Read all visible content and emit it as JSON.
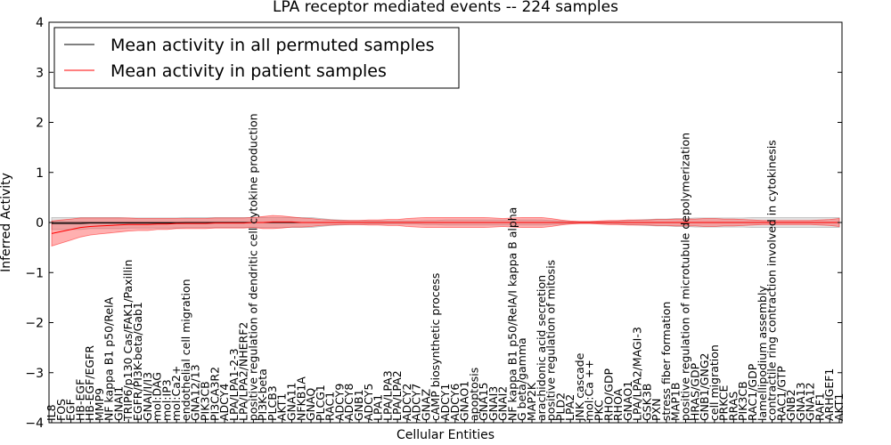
{
  "chart_data": {
    "type": "line",
    "title": "LPA receptor mediated events -- 224 samples",
    "xlabel": "Cellular Entities",
    "ylabel": "Inferred Activity",
    "ylim": [
      -4,
      4
    ],
    "yticks": [
      -4,
      -3,
      -2,
      -1,
      0,
      1,
      2,
      3,
      4
    ],
    "grid": false,
    "legend_position": "top-left",
    "categories": [
      "IL8",
      "FOS",
      "EGF",
      "HB-EGF",
      "HB-EGF/EGFR",
      "MMP9",
      "NF kappa B1 p50/RelA",
      "GNAI1",
      "TRIP6/p130 Cas/FAK1/Paxillin",
      "EGFR/PI3K-beta/Gab1",
      "GNAI/I/I3",
      "mol:DAG",
      "mol:IP3",
      "mol:Ca2+",
      "endothelial cell migration",
      "GNA12/13",
      "PIK3CB",
      "PI3CA3R2",
      "ADCY4",
      "LPA/LPA1-2-3",
      "LPA/LPA2/NHERF2",
      "positive regulation of dendritic cell cytokine production",
      "PI3K-beta",
      "PLCB3",
      "AKT1",
      "GNA11",
      "NFKB1A",
      "GNAQ",
      "PLCG1",
      "RAC1",
      "ADCY9",
      "ADCY8",
      "GNB1",
      "ADCY5",
      "LPA1",
      "LPA/LPA3",
      "LPA/LPA2",
      "ADCY2",
      "ADCY7",
      "GNAZ",
      "cAMP biosynthetic process",
      "ADCY1",
      "ADCY6",
      "GNAO1",
      "apoptosis",
      "GNA15",
      "GNAI3",
      "GNAI2",
      "NF kappa B1 p50/RelA/I kappa B alpha",
      "G beta/gamma",
      "MAP2K",
      "arachidonic acid secretion",
      "positive regulation of mitosis",
      "PLD2",
      "LPA2",
      "JNK cascade",
      "mol:Ca ++",
      "PKC",
      "RHO/GDP",
      "RHOA",
      "GNAO1",
      "LPA/LPA2/MAGI-3",
      "GSK3B",
      "PXN",
      "stress fiber formation",
      "MAP1B",
      "positive regulation of microtubule depolymerization",
      "HRAS/GDP",
      "GNB1/GNG2",
      "cell migration",
      "PRKCE",
      "RRAS",
      "PIK3CB",
      "RAC1/GDP",
      "lamellipodium assembly",
      "contractile ring contraction involved in cytokinesis",
      "RAC1/GTP",
      "GNB2",
      "GNA13",
      "GNA12",
      "RAF1",
      "ARHGEF1",
      "AKT1"
    ],
    "series": [
      {
        "name": "Mean activity in all permuted samples",
        "color": "#000000",
        "values": [
          -0.02,
          -0.02,
          -0.02,
          -0.02,
          -0.01,
          -0.01,
          -0.01,
          -0.01,
          -0.01,
          -0.01,
          -0.01,
          -0.01,
          -0.01,
          -0.01,
          0,
          0,
          0,
          0,
          0,
          0,
          0,
          0,
          0,
          0,
          0,
          0,
          0,
          0,
          0,
          0,
          0,
          0,
          0,
          0,
          0,
          0,
          0,
          0,
          0,
          0,
          0,
          0,
          0,
          0,
          0,
          0,
          0,
          0,
          0,
          0,
          0,
          0,
          0,
          0,
          0,
          0,
          0,
          0,
          0,
          0,
          0,
          0,
          0,
          0,
          0,
          0,
          0,
          0,
          0,
          0,
          0,
          0,
          0,
          0,
          0,
          0,
          0,
          0,
          0,
          0,
          0,
          0,
          0
        ],
        "band": [
          0.12,
          0.12,
          0.12,
          0.12,
          0.11,
          0.11,
          0.11,
          0.11,
          0.1,
          0.1,
          0.1,
          0.1,
          0.1,
          0.1,
          0.1,
          0.1,
          0.1,
          0.1,
          0.1,
          0.1,
          0.1,
          0.1,
          0.1,
          0.1,
          0.1,
          0.1,
          0.1,
          0.1,
          0.08,
          0.06,
          0.05,
          0.04,
          0.04,
          0.03,
          0.03,
          0.03,
          0.03,
          0.03,
          0.03,
          0.04,
          0.04,
          0.05,
          0.05,
          0.05,
          0.05,
          0.05,
          0.05,
          0.05,
          0.05,
          0.05,
          0.05,
          0.05,
          0.04,
          0.03,
          0.02,
          0.02,
          0.02,
          0.02,
          0.02,
          0.03,
          0.04,
          0.05,
          0.06,
          0.07,
          0.07,
          0.08,
          0.08,
          0.09,
          0.09,
          0.09,
          0.09,
          0.09,
          0.09,
          0.1,
          0.1,
          0.1,
          0.1,
          0.1,
          0.1,
          0.1,
          0.1,
          0.1,
          0.1
        ]
      },
      {
        "name": "Mean activity in patient samples",
        "color": "#ff0000",
        "values": [
          -0.22,
          -0.18,
          -0.14,
          -0.1,
          -0.08,
          -0.07,
          -0.06,
          -0.05,
          -0.04,
          -0.04,
          -0.04,
          -0.03,
          -0.03,
          -0.02,
          -0.02,
          -0.02,
          -0.02,
          -0.01,
          -0.01,
          -0.01,
          -0.01,
          0,
          0,
          0.01,
          0.01,
          0.01,
          0,
          0,
          0,
          0,
          0,
          0,
          0,
          0,
          0,
          0,
          0,
          0,
          0,
          0,
          0,
          0,
          0,
          0,
          0,
          0,
          0,
          0,
          0,
          0,
          0,
          0,
          0,
          0,
          0,
          0,
          0,
          0,
          0,
          0,
          0,
          0,
          0,
          0,
          0,
          0,
          0,
          0,
          0,
          0,
          0,
          0,
          0,
          0,
          0,
          0,
          0,
          0,
          0,
          0,
          0,
          0,
          0
        ],
        "band": [
          0.25,
          0.23,
          0.21,
          0.19,
          0.17,
          0.16,
          0.15,
          0.14,
          0.13,
          0.12,
          0.12,
          0.11,
          0.11,
          0.1,
          0.1,
          0.1,
          0.1,
          0.1,
          0.1,
          0.1,
          0.1,
          0.1,
          0.12,
          0.13,
          0.12,
          0.1,
          0.09,
          0.08,
          0.06,
          0.05,
          0.04,
          0.04,
          0.04,
          0.05,
          0.05,
          0.06,
          0.06,
          0.08,
          0.09,
          0.1,
          0.1,
          0.1,
          0.1,
          0.1,
          0.1,
          0.1,
          0.09,
          0.08,
          0.09,
          0.1,
          0.1,
          0.1,
          0.08,
          0.05,
          0.03,
          0.02,
          0.02,
          0.03,
          0.04,
          0.04,
          0.05,
          0.05,
          0.05,
          0.06,
          0.06,
          0.07,
          0.07,
          0.07,
          0.08,
          0.08,
          0.07,
          0.07,
          0.06,
          0.05,
          0.04,
          0.04,
          0.04,
          0.04,
          0.04,
          0.04,
          0.05,
          0.06,
          0.08
        ]
      }
    ]
  }
}
